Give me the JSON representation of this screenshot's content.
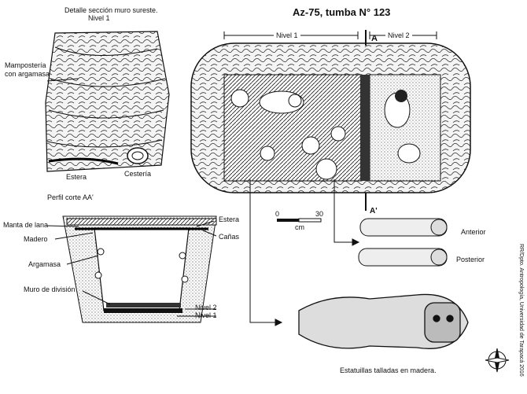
{
  "title": "Az-75, tumba N° 123",
  "detail": {
    "heading": "Detalle sección muro sureste.",
    "level": "Nivel 1",
    "masonry": "Mampostería",
    "masonry2": "con argamasa",
    "estera": "Estera",
    "cesteria": "Cestería"
  },
  "plan": {
    "nivel1": "Nivel 1",
    "nivel2": "Nivel 2",
    "section_a_top": "A",
    "section_a_bottom": "A'",
    "scale_0": "0",
    "scale_30": "30",
    "scale_unit": "cm"
  },
  "profile": {
    "heading": "Perfil corte AA'",
    "manta": "Manta de lana",
    "estera": "Estera",
    "madero": "Madero",
    "canas": "Cañas",
    "argamasa": "Argamasa",
    "muro": "Muro de división",
    "nivel2": "Nivel 2",
    "nivel1": "Nivel 1"
  },
  "figurines": {
    "anterior": "Anterior",
    "posterior": "Posterior",
    "caption": "Estatuillas talladas en madera."
  },
  "credit": "RR/Dpto. Antropología, Universidad de Tarapacá 2016"
}
